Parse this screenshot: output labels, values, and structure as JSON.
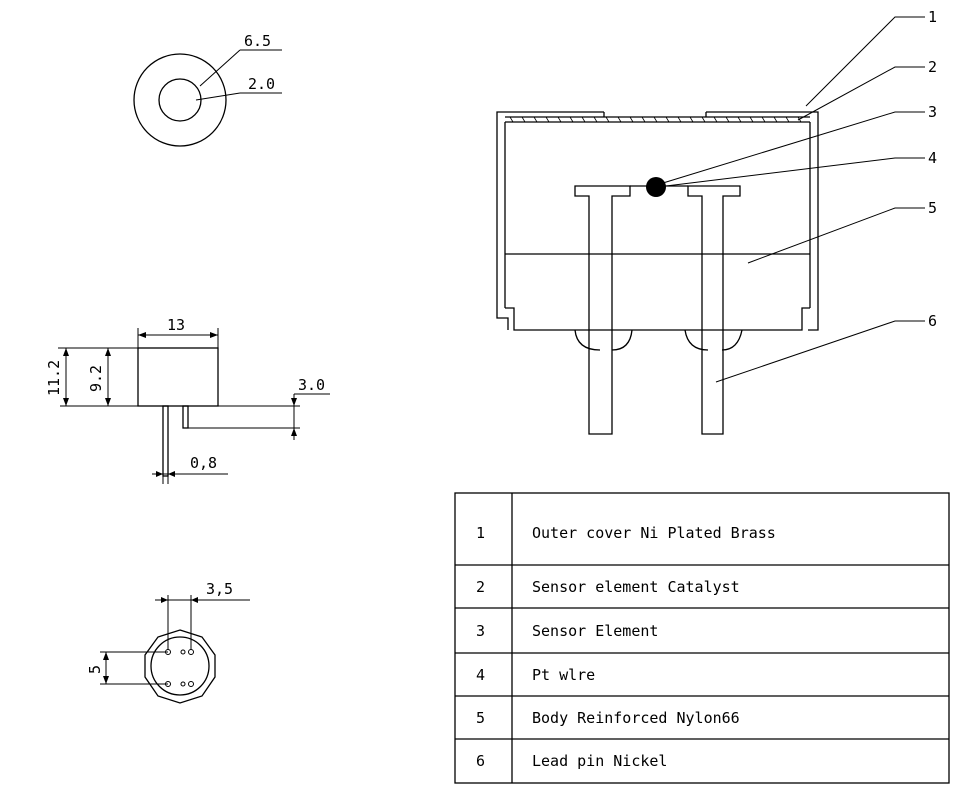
{
  "dimensions": {
    "outer_diameter": "6.5",
    "inner_diameter": "2.0",
    "width": "13",
    "total_height": "11.2",
    "body_height": "9.2",
    "pin_length": "3.0",
    "pin_diameter": "0,8",
    "pin_spacing_x": "3,5",
    "pin_spacing_y": "5"
  },
  "callouts": [
    "1",
    "2",
    "3",
    "4",
    "5",
    "6"
  ],
  "parts_table": {
    "rows": [
      {
        "num": "1",
        "desc": "Outer cover Ni Plated Brass"
      },
      {
        "num": "2",
        "desc": "Sensor element Catalyst"
      },
      {
        "num": "3",
        "desc": "Sensor Element"
      },
      {
        "num": "4",
        "desc": "Pt wlre"
      },
      {
        "num": "5",
        "desc": "Body Reinforced Nylon66"
      },
      {
        "num": "6",
        "desc": "Lead pin Nickel"
      }
    ]
  }
}
